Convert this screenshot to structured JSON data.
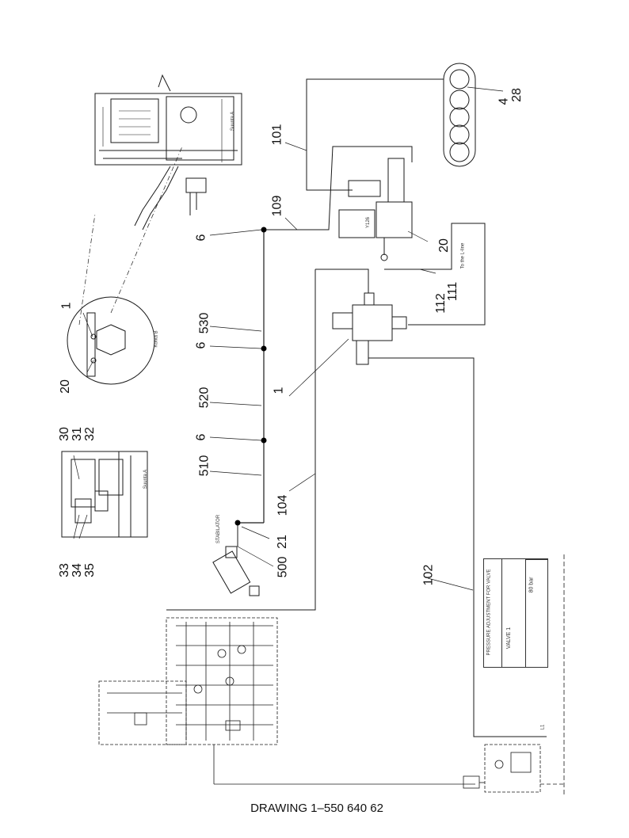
{
  "caption": "DRAWING 1–550 640 62",
  "callouts": {
    "c1_top": "1",
    "c20_top": "20",
    "c30": "30",
    "c31": "31",
    "c32": "32",
    "c33": "33",
    "c34": "34",
    "c35": "35",
    "c4": "4",
    "c28": "28",
    "c101": "101",
    "c109": "109",
    "c6_a": "6",
    "c530": "530",
    "c6_b": "6",
    "c520": "520",
    "c6_c": "6",
    "c510": "510",
    "c1_mid": "1",
    "c104": "104",
    "c21": "21",
    "c500": "500",
    "c20_right": "20",
    "c112": "112",
    "c111": "111",
    "c102": "102"
  },
  "drawing_text": {
    "suunta_a_top": "Suunta A",
    "kohta_b": "Kohta B",
    "suunta_a": "Suunta A",
    "stabilator": "STABILATOR",
    "y126": "Y126",
    "to_l_line": "To the L-line",
    "l1": "L1"
  },
  "pressure_table": {
    "header": "PRESSURE ADJUSTMENT FOR VALVE",
    "valve": "VALVE 1",
    "value": "80 bar"
  },
  "colors": {
    "line": "#1a1a1a",
    "grid": "#444444"
  }
}
